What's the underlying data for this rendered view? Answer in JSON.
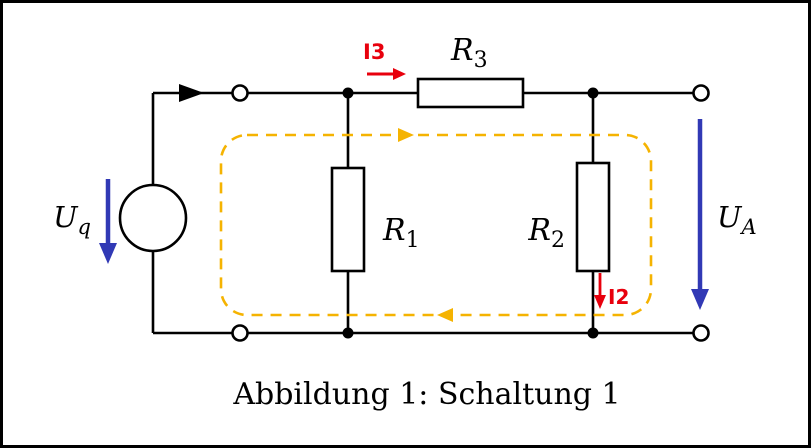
{
  "figure": {
    "caption": "Abbildung 1: Schaltung 1"
  },
  "source": {
    "label_main": "U",
    "label_sub": "q"
  },
  "output": {
    "label_main": "U",
    "label_sub": "A"
  },
  "resistors": {
    "r1": {
      "label_main": "R",
      "label_sub": "1"
    },
    "r2": {
      "label_main": "R",
      "label_sub": "2"
    },
    "r3": {
      "label_main": "R",
      "label_sub": "3"
    }
  },
  "currents": {
    "i3": "I3",
    "i2": "I2"
  },
  "colors": {
    "wire": "#000000",
    "voltage_arrow": "#3139b5",
    "current_annotation": "#e8000d",
    "mesh_loop": "#f5b301"
  }
}
